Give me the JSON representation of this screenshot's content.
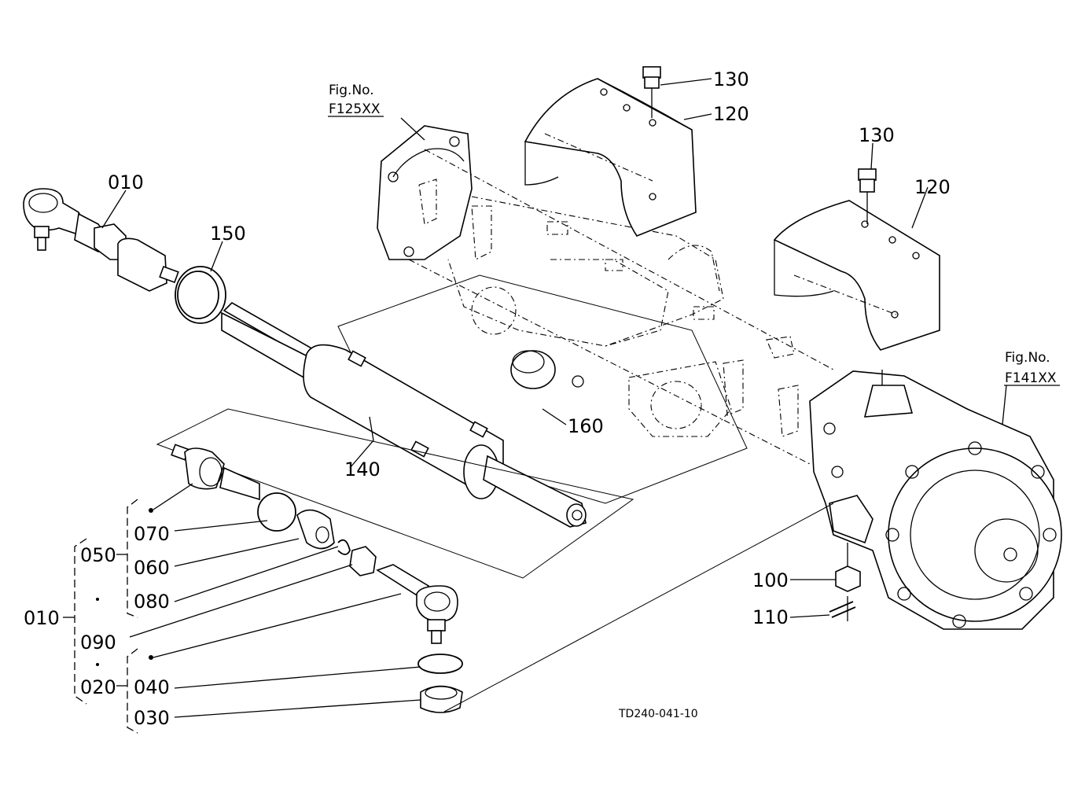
{
  "figure_refs": [
    {
      "line1": "Fig.No.",
      "line2": "F125XX"
    },
    {
      "line1": "Fig.No.",
      "line2": "F141XX"
    }
  ],
  "part_labels": {
    "p010_top": "010",
    "p150": "150",
    "p130_a": "130",
    "p120_a": "120",
    "p130_b": "130",
    "p120_b": "120",
    "p160": "160",
    "p140": "140",
    "p070": "070",
    "p050": "050",
    "p060": "060",
    "p080": "080",
    "p010_group": "010",
    "p090": "090",
    "p020": "020",
    "p040": "040",
    "p030": "030",
    "p100": "100",
    "p110": "110"
  },
  "drawing_code": "TD240-041-10"
}
